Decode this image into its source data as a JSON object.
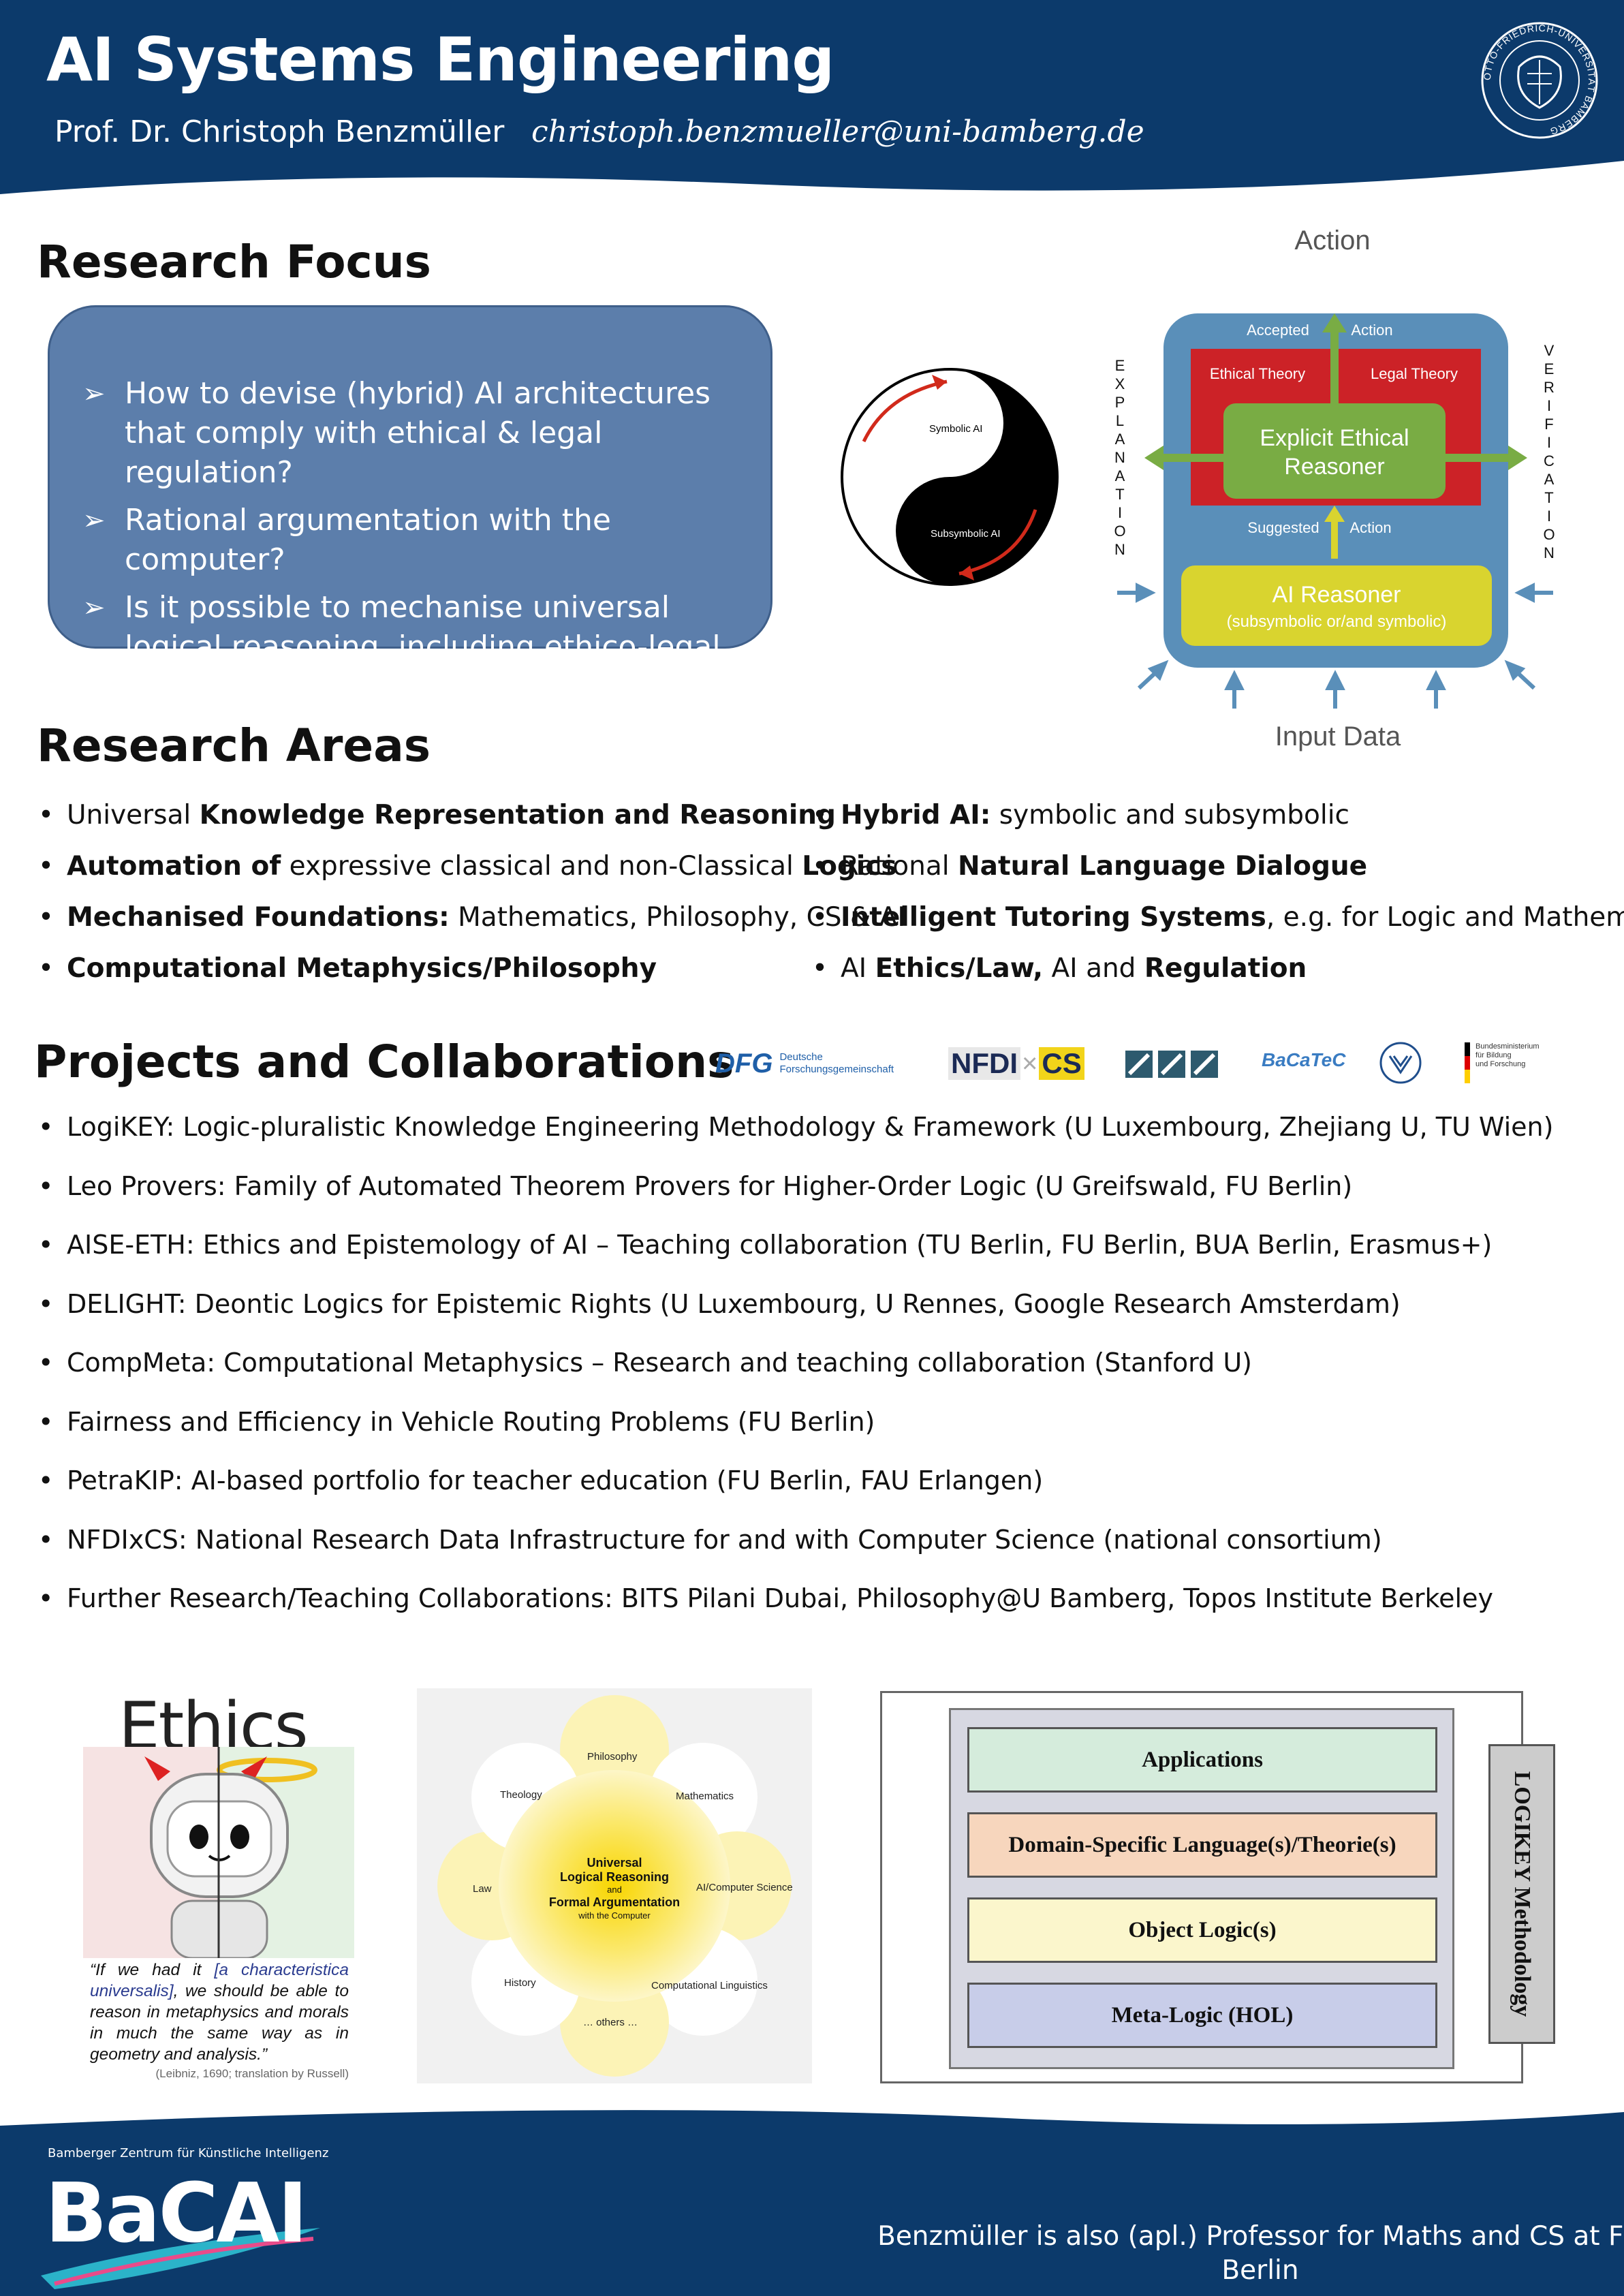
{
  "header": {
    "title": "AI Systems Engineering",
    "author": "Prof. Dr. Christoph Benzmüller",
    "email": "christoph.benzmueller@uni-bamberg.de",
    "seal_text": "OTTO-FRIEDRICH-UNIVERSITÄT BAMBERG"
  },
  "colors": {
    "header_bg": "#0c3a6b",
    "focus_box": "#5c7eab",
    "reasoner_outer": "#5a8fb9",
    "theory_red": "#cc2227",
    "reasoner_green": "#79ac44",
    "ai_yellow": "#d9d42f"
  },
  "research_focus": {
    "heading": "Research Focus",
    "questions": [
      "How to devise (hybrid) AI architectures that comply with ethical & legal regulation?",
      "Rational argumentation with the computer?",
      "Is it possible to mechanise universal logical reasoning, including ethico-legal reasoning?"
    ],
    "yinyang": {
      "top": "Symbolic AI",
      "bottom": "Subsymbolic AI"
    },
    "diagram": {
      "action": "Action",
      "accepted": "Accepted",
      "accepted_action": "Action",
      "ethical_theory": "Ethical Theory",
      "legal_theory": "Legal Theory",
      "reasoner_line1": "Explicit Ethical",
      "reasoner_line2": "Reasoner",
      "suggested": "Suggested",
      "suggested_action": "Action",
      "ai_reasoner": "AI Reasoner",
      "ai_reasoner_sub": "(subsymbolic or/and symbolic)",
      "input": "Input Data",
      "explanation": "EXPLANATION",
      "verification": "VERIFICATION"
    }
  },
  "research_areas": {
    "heading": "Research Areas",
    "left": [
      {
        "pre": "Universal ",
        "b1": "Knowledge Representation and Reasoning",
        "mid": "",
        "b2": "",
        "post": ""
      },
      {
        "pre": "",
        "b1": "Automation of",
        "mid": " expressive classical and non-Classical ",
        "b2": "Logics",
        "post": ""
      },
      {
        "pre": "",
        "b1": "Mechanised Foundations:",
        "mid": " Mathematics, Philosophy, CS & AI",
        "b2": "",
        "post": ""
      },
      {
        "pre": "",
        "b1": "Computational Metaphysics/Philosophy",
        "mid": "",
        "b2": "",
        "post": ""
      }
    ],
    "right": [
      {
        "pre": "",
        "b1": "Hybrid AI:",
        "mid": " symbolic and subsymbolic",
        "b2": "",
        "post": ""
      },
      {
        "pre": "Rational ",
        "b1": "Natural Language Dialogue",
        "mid": "",
        "b2": "",
        "post": ""
      },
      {
        "pre": "",
        "b1": "Intelligent Tutoring Systems",
        "mid": ", e.g. for Logic and Mathematics",
        "b2": "",
        "post": ""
      },
      {
        "pre": "AI ",
        "b1": "Ethics/Law,",
        "mid": " AI and ",
        "b2": "Regulation",
        "post": ""
      }
    ]
  },
  "projects": {
    "heading": "Projects and Collaborations",
    "logos": {
      "dfg": "DFG",
      "dfg_name1": "Deutsche",
      "dfg_name2": "Forschungsgemeinschaft",
      "nfdi": "NFDI",
      "nfdi_cs": "CS",
      "bacatec": "BaCaTeC",
      "bmbf1": "Bundesministerium",
      "bmbf2": "für Bildung",
      "bmbf3": "und Forschung"
    },
    "items": [
      "LogiKEY: Logic-pluralistic Knowledge Engineering Methodology & Framework (U Luxembourg, Zhejiang U, TU Wien)",
      "Leo Provers: Family of Automated Theorem Provers for Higher-Order Logic  (U Greifswald, FU Berlin)",
      "AISE-ETH: Ethics and Epistemology of AI – Teaching collaboration (TU Berlin, FU Berlin, BUA Berlin, Erasmus+)",
      "DELIGHT: Deontic Logics for Epistemic Rights (U Luxembourg, U Rennes, Google Research Amsterdam)",
      "CompMeta: Computational Metaphysics –  Research and teaching collaboration (Stanford U)",
      "Fairness and Efficiency in Vehicle Routing Problems (FU Berlin)",
      "PetraKIP: AI-based portfolio for teacher education (FU Berlin, FAU Erlangen)",
      "NFDIxCS: National Research Data Infrastructure for and with Computer Science (national consortium)",
      "Further Research/Teaching Collaborations: BITS Pilani Dubai, Philosophy@U Bamberg, Topos Institute Berkeley"
    ]
  },
  "ethics": {
    "word": "Ethics",
    "quote_pre": "“If we had it ",
    "quote_hl": "[a characteristica universalis]",
    "quote_post": ", we should be able to reason in metaphysics and morals in much the same way as in geometry and analysis.”",
    "source": "(Leibniz, 1690; translation by Russell)"
  },
  "flower": {
    "center1": "Universal",
    "center2": "Logical Reasoning",
    "center3": "and",
    "center4": "Formal Argumentation",
    "center5": "with the Computer",
    "philosophy": "Philosophy",
    "mathematics": "Mathematics",
    "ai_cs": "AI/Computer Science",
    "comp_ling": "Computational Linguistics",
    "others": "… others …",
    "history": "History",
    "law": "Law",
    "theology": "Theology"
  },
  "logikey": {
    "layers": [
      "Applications",
      "Domain-Specific Language(s)/Theorie(s)",
      "Object Logic(s)",
      "Meta-Logic (HOL)"
    ],
    "layer_colors": [
      "#d5ecdc",
      "#f7d6bd",
      "#fbf6cc",
      "#c8cde9"
    ],
    "method": "LOGIKEY Methodology"
  },
  "footer": {
    "sub": "Bamberger Zentrum für Künstliche Intelligenz",
    "brand": "BaCAI",
    "note": "Benzmüller is also (apl.) Professor for Maths and CS at FU Berlin"
  }
}
